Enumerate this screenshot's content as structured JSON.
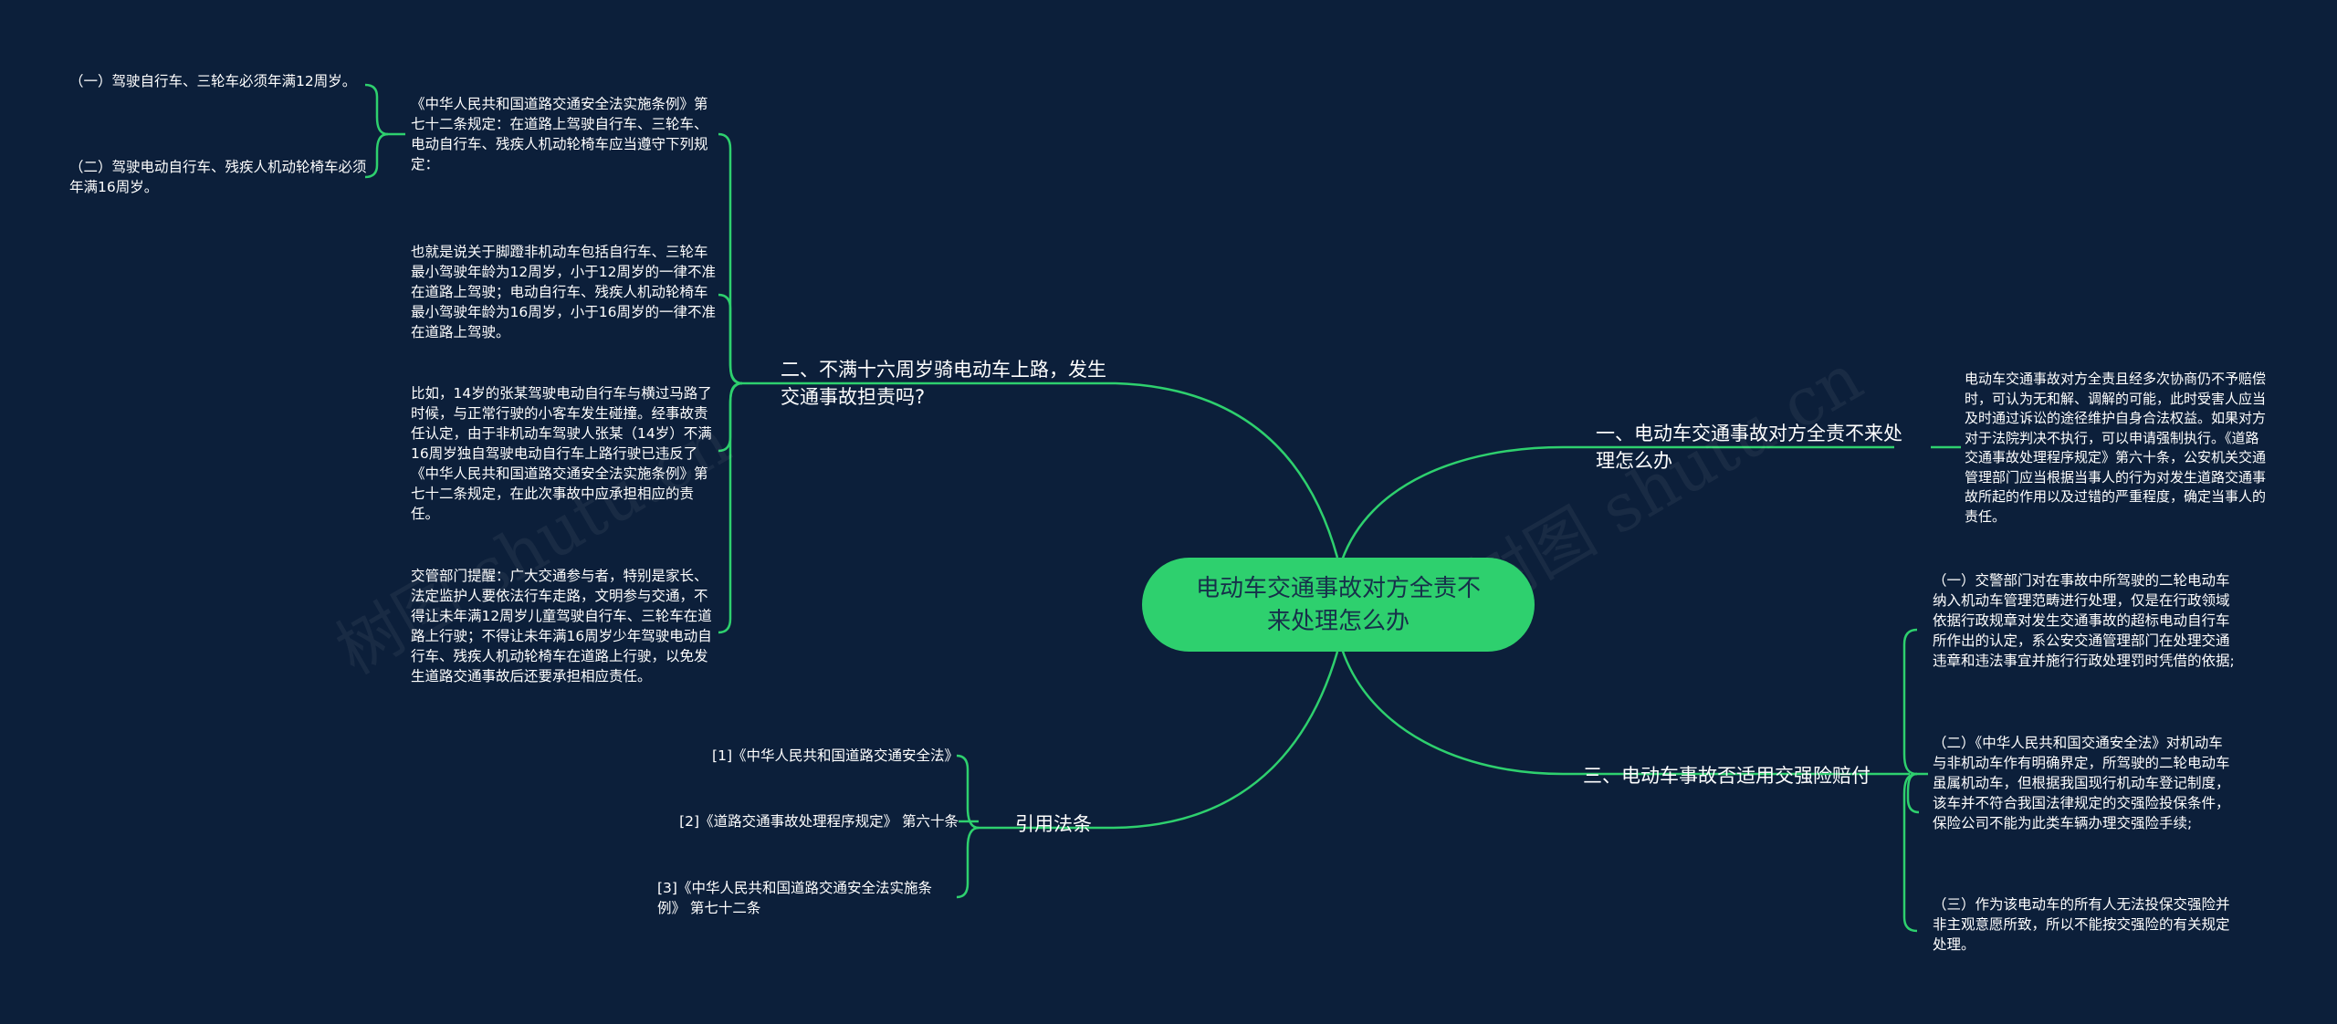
{
  "center": {
    "title": "电动车交通事故对方全责不来处理怎么办"
  },
  "branches": {
    "b1": {
      "title": "一、电动车交通事故对方全责不来处理怎么办",
      "items": [
        "电动车交通事故对方全责且经多次协商仍不予赔偿时，可认为无和解、调解的可能，此时受害人应当及时通过诉讼的途径维护自身合法权益。如果对方对于法院判决不执行，可以申请强制执行。《道路交通事故处理程序规定》第六十条，公安机关交通管理部门应当根据当事人的行为对发生道路交通事故所起的作用以及过错的严重程度，确定当事人的责任。"
      ]
    },
    "b2": {
      "title": "二、不满十六周岁骑电动车上路，发生交通事故担责吗?",
      "items": [
        "《中华人民共和国道路交通安全法实施条例》第七十二条规定：在道路上驾驶自行车、三轮车、电动自行车、残疾人机动轮椅车应当遵守下列规定：",
        "也就是说关于脚蹬非机动车包括自行车、三轮车最小驾驶年龄为12周岁，小于12周岁的一律不准在道路上驾驶；电动自行车、残疾人机动轮椅车最小驾驶年龄为16周岁，小于16周岁的一律不准在道路上驾驶。",
        "比如，14岁的张某驾驶电动自行车与横过马路了时候，与正常行驶的小客车发生碰撞。经事故责任认定，由于非机动车驾驶人张某（14岁）不满16周岁独自驾驶电动自行车上路行驶已违反了《中华人民共和国道路交通安全法实施条例》第七十二条规定，在此次事故中应承担相应的责任。",
        "交管部门提醒：广大交通参与者，特别是家长、法定监护人要依法行车走路，文明参与交通，不得让未年满12周岁儿童驾驶自行车、三轮车在道路上行驶；不得让未年满16周岁少年驾驶电动自行车、残疾人机动轮椅车在道路上行驶，以免发生道路交通事故后还要承担相应责任。"
      ],
      "sub": [
        "（一）驾驶自行车、三轮车必须年满12周岁。",
        "（二）驾驶电动自行车、残疾人机动轮椅车必须年满16周岁。"
      ]
    },
    "b3": {
      "title": "三、电动车事故否适用交强险赔付",
      "items": [
        "（一）交警部门对在事故中所驾驶的二轮电动车纳入机动车管理范畴进行处理，仅是在行政领域依据行政规章对发生交通事故的超标电动自行车所作出的认定，系公安交通管理部门在处理交通违章和违法事宜并施行行政处理罚时凭借的依据;",
        "（二）《中华人民共和国交通安全法》对机动车与非机动车作有明确界定，所驾驶的二轮电动车虽属机动车，但根据我国现行机动车登记制度，该车并不符合我国法律规定的交强险投保条件，保险公司不能为此类车辆办理交强险手续;",
        "（三）作为该电动车的所有人无法投保交强险并非主观意愿所致，所以不能按交强险的有关规定处理。"
      ]
    },
    "b4": {
      "title": "引用法条",
      "items": [
        "[1]《中华人民共和国道路交通安全法》",
        "[2]《道路交通事故处理程序规定》 第六十条",
        "[3]《中华人民共和国道路交通安全法实施条例》 第七十二条"
      ]
    }
  },
  "watermark": [
    "树图 shutu.cn",
    "树图 shutu.cn"
  ],
  "colors": {
    "background": "#0c1f3a",
    "center_fill": "#2ed06e",
    "line": "#2ed06e",
    "text": "#ffffff"
  }
}
